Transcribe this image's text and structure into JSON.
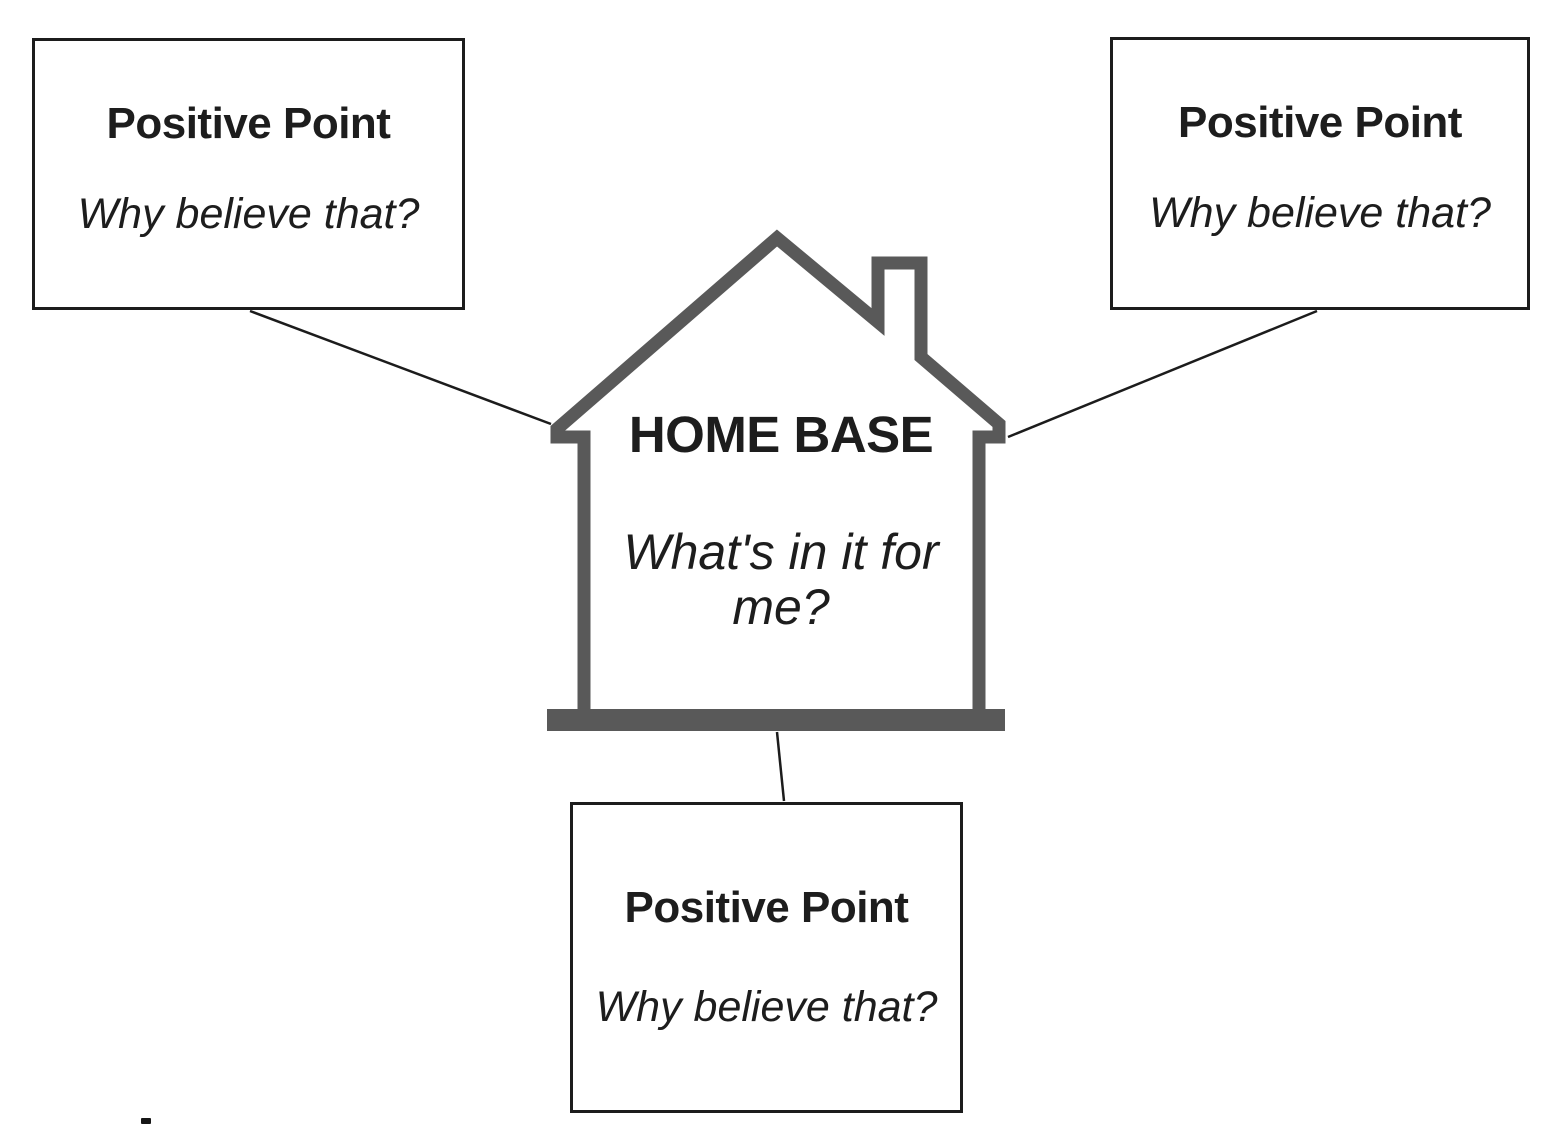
{
  "diagram": {
    "house": {
      "label": "HOME BASE",
      "question": "What's in it for me?",
      "question_lines": [
        "What's in it for",
        "me?"
      ]
    },
    "boxes": [
      {
        "position": "top-left",
        "title": "Positive Point",
        "prompt": "Why believe that?"
      },
      {
        "position": "top-right",
        "title": "Positive Point",
        "prompt": "Why believe that?"
      },
      {
        "position": "bottom-center",
        "title": "Positive Point",
        "prompt": "Why believe that?"
      }
    ],
    "colors": {
      "background": "#ffffff",
      "house_outline": "#595959",
      "box_border": "#1c1c1c",
      "connector": "#1c1c1c",
      "text": "#1d1d1d"
    }
  }
}
